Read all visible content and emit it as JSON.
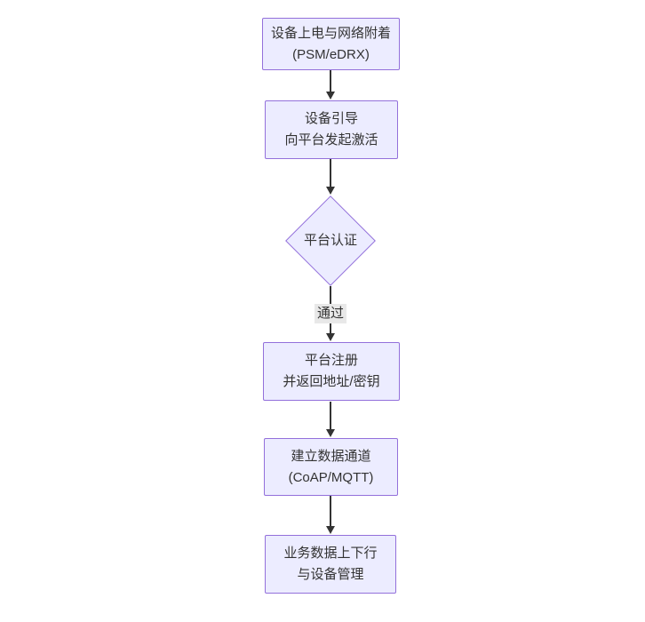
{
  "diagram": {
    "type": "flowchart",
    "direction": "top-down",
    "colors": {
      "background": "#ffffff",
      "node_fill": "#ECECFF",
      "node_border": "#9370DB",
      "arrow": "#333333",
      "text": "#333333",
      "edge_label_bg": "#e8e8e8"
    },
    "nodes": {
      "attach": {
        "shape": "rect",
        "line1": "设备上电与网络附着",
        "line2": "(PSM/eDRX)"
      },
      "bootstrap": {
        "shape": "rect",
        "line1": "设备引导",
        "line2": "向平台发起激活"
      },
      "auth": {
        "shape": "diamond",
        "label": "平台认证"
      },
      "register": {
        "shape": "rect",
        "line1": "平台注册",
        "line2": "并返回地址/密钥"
      },
      "channel": {
        "shape": "rect",
        "line1": "建立数据通道",
        "line2": "(CoAP/MQTT)"
      },
      "business": {
        "shape": "rect",
        "line1": "业务数据上下行",
        "line2": "与设备管理"
      }
    },
    "edges": {
      "attach_to_bootstrap": {
        "label": ""
      },
      "bootstrap_to_auth": {
        "label": ""
      },
      "auth_to_register": {
        "label": "通过"
      },
      "register_to_channel": {
        "label": ""
      },
      "channel_to_business": {
        "label": ""
      }
    }
  }
}
